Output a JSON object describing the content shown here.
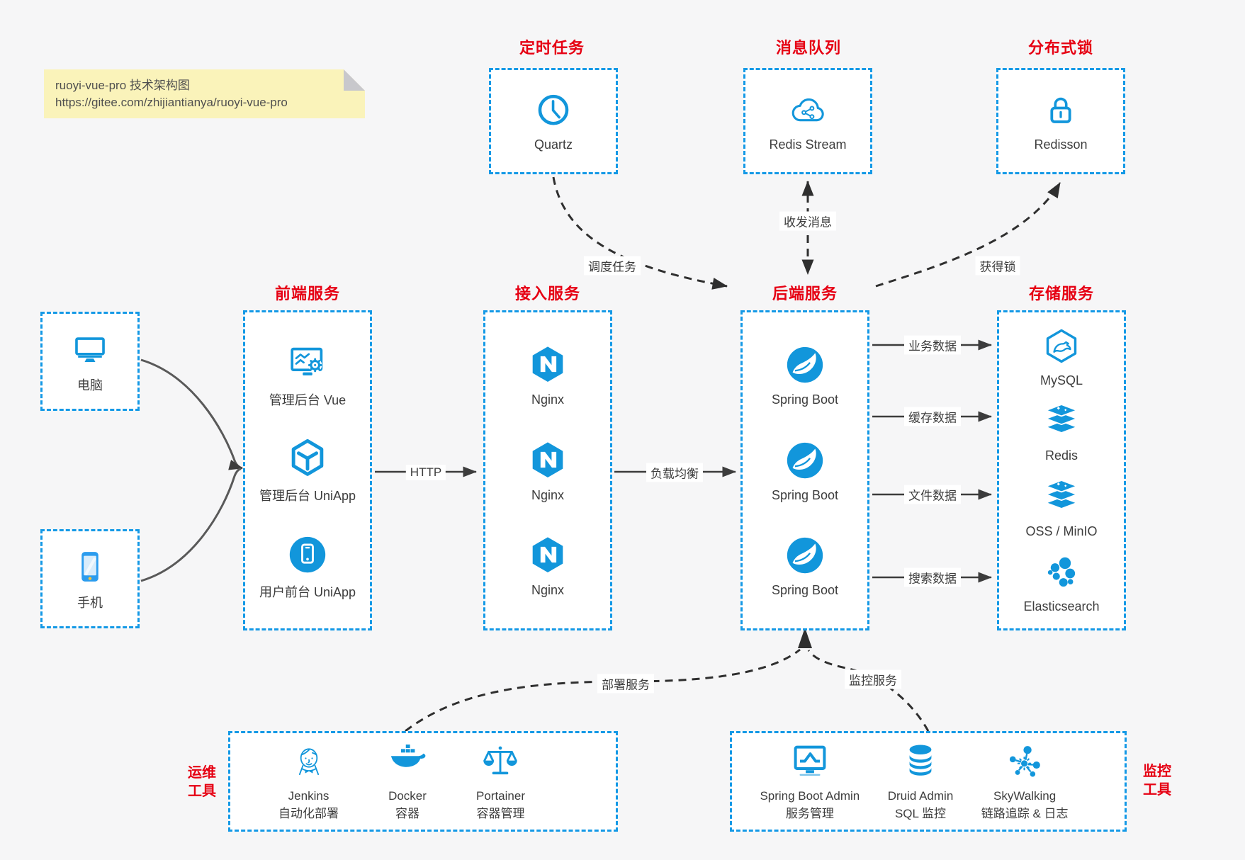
{
  "note": {
    "line1": "ruoyi-vue-pro 技术架构图",
    "line2": "https://gitee.com/zhijiantianya/ruoyi-vue-pro"
  },
  "colors": {
    "accent_blue": "#1296db",
    "border_blue": "#1499e6",
    "title_red": "#e60013",
    "note_yellow": "#faf3ba",
    "note_fold_gray": "#c8c8cc",
    "arrow_dark": "#2f2f2f",
    "canvas_bg": "#f6f6f7"
  },
  "top_groups": {
    "scheduler": {
      "title": "定时任务",
      "item": {
        "label": "Quartz",
        "icon": "clock-icon"
      }
    },
    "queue": {
      "title": "消息队列",
      "item": {
        "label": "Redis Stream",
        "icon": "cloud-share-icon"
      }
    },
    "lock": {
      "title": "分布式锁",
      "item": {
        "label": "Redisson",
        "icon": "lock-icon"
      }
    }
  },
  "clients": {
    "computer": {
      "label": "电脑",
      "icon": "desktop-icon"
    },
    "phone": {
      "label": "手机",
      "icon": "smartphone-icon"
    }
  },
  "columns": {
    "frontend": {
      "title": "前端服务",
      "items": [
        "管理后台 Vue",
        "管理后台 UniApp",
        "用户前台 UniApp"
      ]
    },
    "access": {
      "title": "接入服务",
      "items": [
        "Nginx",
        "Nginx",
        "Nginx"
      ]
    },
    "backend": {
      "title": "后端服务",
      "items": [
        "Spring Boot",
        "Spring Boot",
        "Spring Boot"
      ]
    },
    "storage": {
      "title": "存储服务",
      "items": [
        "MySQL",
        "Redis",
        "OSS / MinIO",
        "Elasticsearch"
      ]
    }
  },
  "bottom_groups": {
    "ops": {
      "side_title": [
        "运维",
        "工具"
      ],
      "items": [
        {
          "name": "Jenkins",
          "desc": "自动化部署"
        },
        {
          "name": "Docker",
          "desc": "容器"
        },
        {
          "name": "Portainer",
          "desc": "容器管理"
        }
      ]
    },
    "monitoring": {
      "side_title": [
        "监控",
        "工具"
      ],
      "items": [
        {
          "name": "Spring Boot Admin",
          "desc": "服务管理"
        },
        {
          "name": "Druid Admin",
          "desc": "SQL 监控"
        },
        {
          "name": "SkyWalking",
          "desc": "链路追踪 & 日志"
        }
      ]
    }
  },
  "edges": {
    "http": "HTTP",
    "load_balance": "负载均衡",
    "schedule_task": "调度任务",
    "send_receive_message": "收发消息",
    "acquire_lock": "获得锁",
    "business_data": "业务数据",
    "cache_data": "缓存数据",
    "file_data": "文件数据",
    "search_data": "搜索数据",
    "deploy_service": "部署服务",
    "monitor_service": "监控服务"
  }
}
